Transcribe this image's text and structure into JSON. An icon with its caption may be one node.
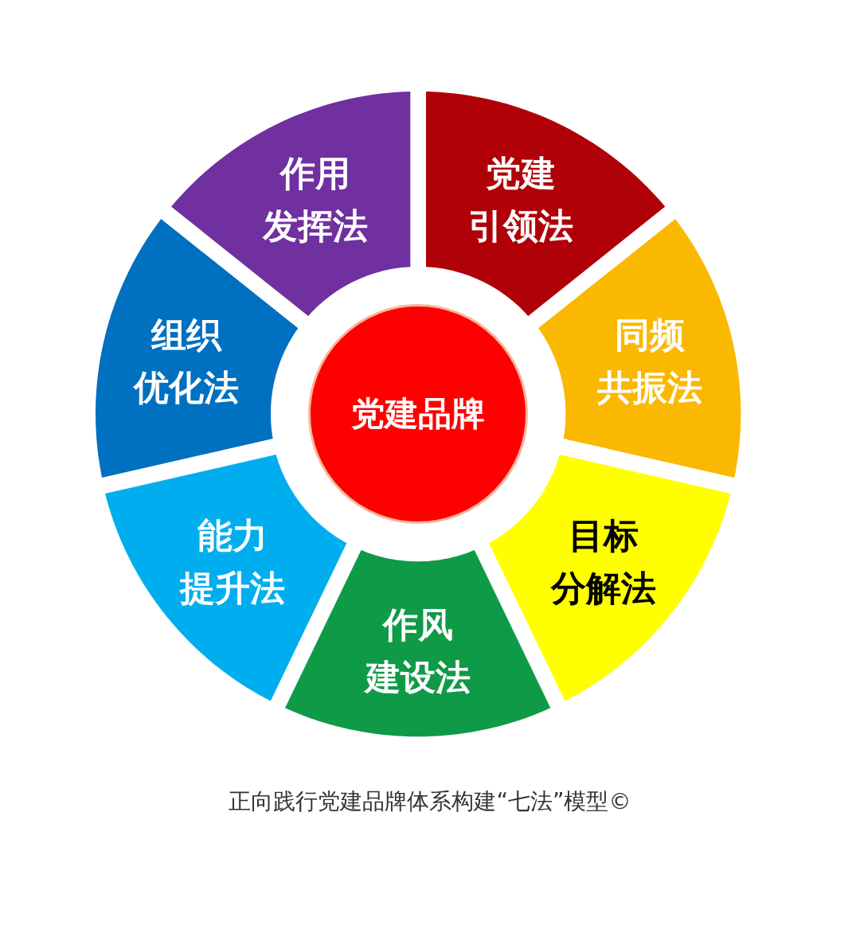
{
  "diagram": {
    "caption": "正向践行党建品牌体系构建“七法”模型©",
    "nodes": [
      {
        "text": [
          "党建品牌"
        ]
      },
      {
        "text": [
          "党建引领法"
        ]
      },
      {
        "text": [
          "同频共振法"
        ]
      },
      {
        "text": [
          "目标分解法"
        ]
      },
      {
        "text": [
          "作风建设法"
        ]
      },
      {
        "text": [
          "能力提升法"
        ]
      },
      {
        "text": [
          "组织优化法"
        ]
      },
      {
        "text": [
          "作用发挥法"
        ]
      }
    ]
  }
}
